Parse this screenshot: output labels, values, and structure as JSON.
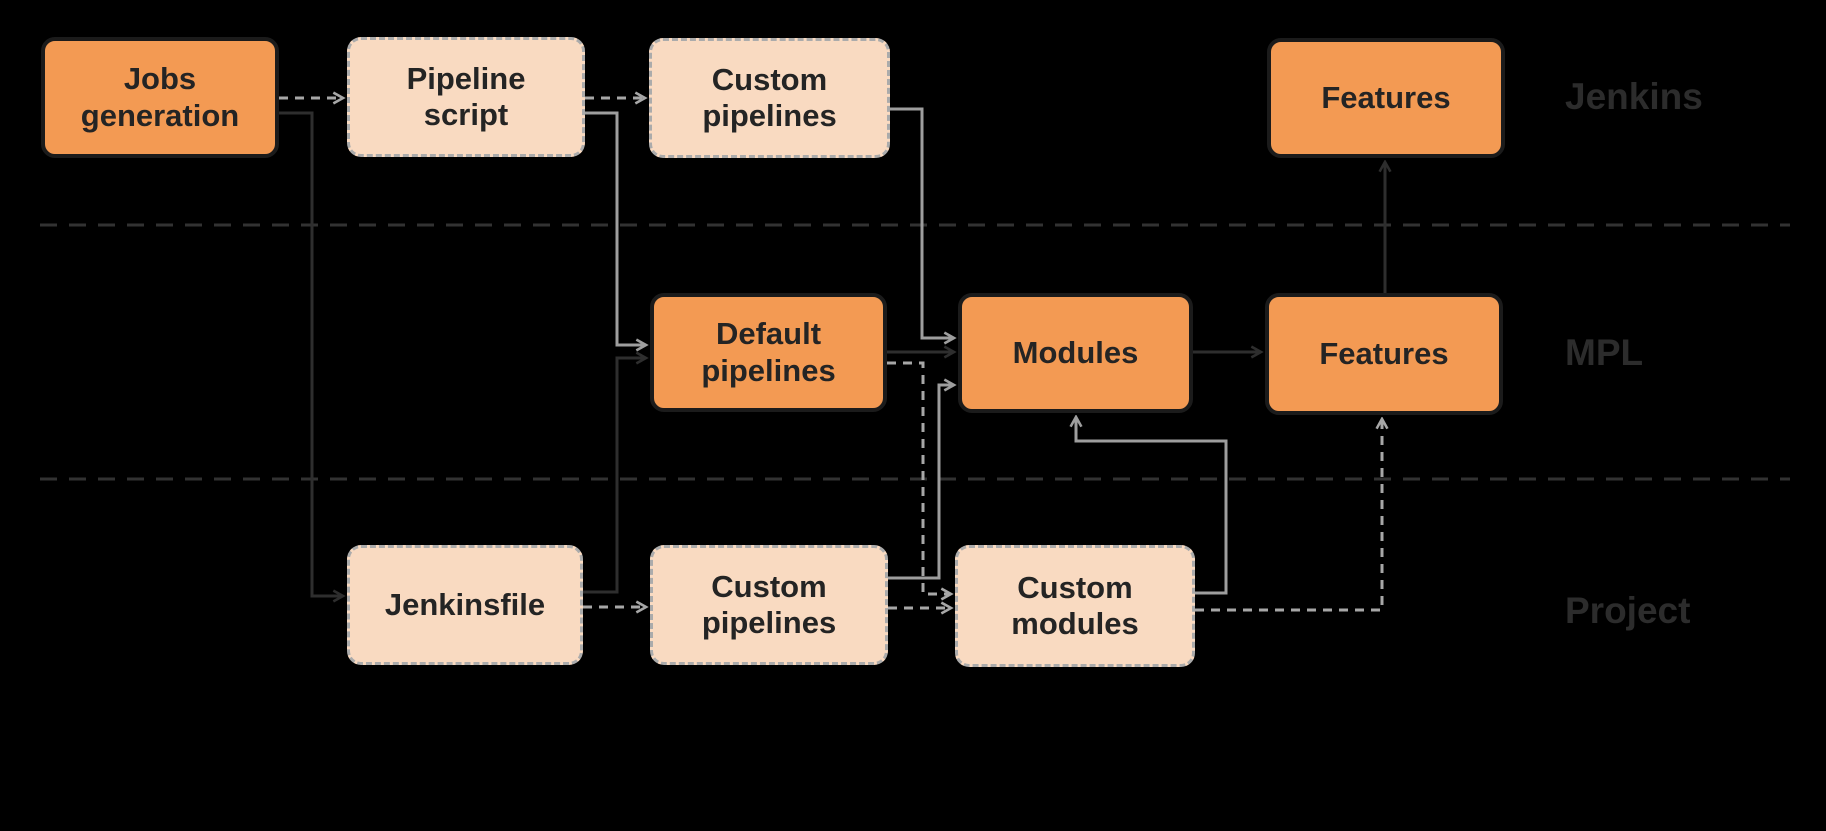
{
  "diagram": {
    "lanes": [
      {
        "label": "Jenkins"
      },
      {
        "label": "MPL"
      },
      {
        "label": "Project"
      }
    ],
    "nodes": [
      {
        "id": "jobs-generation",
        "label": "Jobs generation",
        "style": "solid",
        "lane": "Jenkins"
      },
      {
        "id": "pipeline-script",
        "label": "Pipeline script",
        "style": "light",
        "lane": "Jenkins"
      },
      {
        "id": "custom-pipelines-jenkins",
        "label": "Custom pipelines",
        "style": "light",
        "lane": "Jenkins"
      },
      {
        "id": "features-jenkins",
        "label": "Features",
        "style": "solid",
        "lane": "Jenkins"
      },
      {
        "id": "default-pipelines",
        "label": "Default pipelines",
        "style": "solid",
        "lane": "MPL"
      },
      {
        "id": "modules",
        "label": "Modules",
        "style": "solid",
        "lane": "MPL"
      },
      {
        "id": "features-mpl",
        "label": "Features",
        "style": "solid",
        "lane": "MPL"
      },
      {
        "id": "jenkinsfile",
        "label": "Jenkinsfile",
        "style": "light",
        "lane": "Project"
      },
      {
        "id": "custom-pipelines-project",
        "label": "Custom pipelines",
        "style": "light",
        "lane": "Project"
      },
      {
        "id": "custom-modules",
        "label": "Custom modules",
        "style": "light",
        "lane": "Project"
      }
    ],
    "edges": [
      {
        "from": "jobs-generation",
        "to": "pipeline-script",
        "style": "dashed-gray"
      },
      {
        "from": "jobs-generation",
        "to": "jenkinsfile",
        "style": "solid-dark"
      },
      {
        "from": "pipeline-script",
        "to": "custom-pipelines-jenkins",
        "style": "dashed-gray"
      },
      {
        "from": "pipeline-script",
        "to": "default-pipelines",
        "style": "solid-gray"
      },
      {
        "from": "custom-pipelines-jenkins",
        "to": "modules",
        "style": "solid-gray"
      },
      {
        "from": "jenkinsfile",
        "to": "default-pipelines",
        "style": "solid-dark"
      },
      {
        "from": "jenkinsfile",
        "to": "custom-pipelines-project",
        "style": "dashed-gray"
      },
      {
        "from": "default-pipelines",
        "to": "modules",
        "style": "solid-dark"
      },
      {
        "from": "default-pipelines",
        "to": "custom-modules",
        "style": "dashed-gray"
      },
      {
        "from": "custom-pipelines-project",
        "to": "modules",
        "style": "solid-gray"
      },
      {
        "from": "custom-pipelines-project",
        "to": "custom-modules",
        "style": "dashed-gray"
      },
      {
        "from": "custom-modules",
        "to": "modules",
        "style": "solid-gray"
      },
      {
        "from": "custom-modules",
        "to": "features-mpl",
        "style": "dashed-gray"
      },
      {
        "from": "modules",
        "to": "features-mpl",
        "style": "solid-dark"
      },
      {
        "from": "features-mpl",
        "to": "features-jenkins",
        "style": "solid-dark"
      }
    ],
    "colors": {
      "bg": "#000000",
      "orange": "#F39A53",
      "peach": "#F9DAC1",
      "ink": "#242424",
      "box-border": "#1b1b1b",
      "dash-border": "#ababab",
      "dark-line": "#2e2e2e",
      "gray-line": "#9e9e9e",
      "dashed-line": "#a7a7a7",
      "divider": "#323232",
      "label": "#2c2c2c"
    }
  }
}
